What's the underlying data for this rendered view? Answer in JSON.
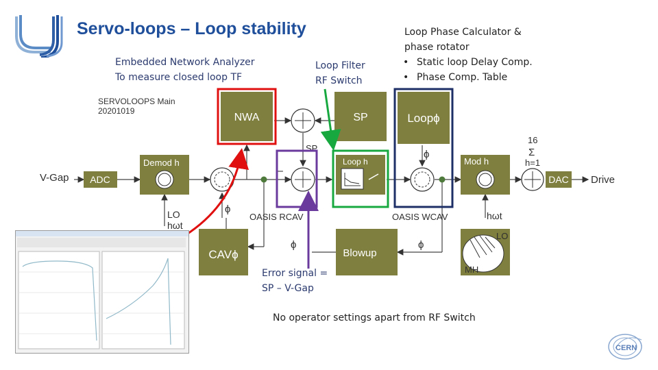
{
  "slide": {
    "title": "Servo-loops – Loop stability",
    "analyzer_note": [
      "Embedded Network Analyzer",
      "To measure closed loop TF"
    ],
    "filter_note": [
      "Loop Filter",
      "RF Switch"
    ],
    "phase_note": {
      "lines": [
        "Loop Phase Calculator &",
        "phase rotator"
      ],
      "bullets": [
        "Static loop Delay Comp.",
        "Phase Comp. Table"
      ]
    },
    "error_note": [
      "Error signal =",
      "SP – V-Gap"
    ],
    "footer_note": "No operator settings apart from RF Switch"
  },
  "diagram": {
    "header": [
      "SERVOLOOPS Main",
      "20201019"
    ],
    "blocks": {
      "nwa": "NWA",
      "sp": "SP",
      "loop_phi": "Loopϕ",
      "demod": "Demod h",
      "loop_h": "Loop h",
      "mod": "Mod h",
      "adc": "ADC",
      "dac": "DAC",
      "cav_phi": "CAVϕ",
      "blowup": "Blowup",
      "lo_mh_lo": "LO",
      "lo_mh_mh": "MH"
    },
    "labels": {
      "vgap": "V-Gap",
      "drive": "Drive",
      "sp_small": "SP",
      "minus": "–",
      "lo": "LO",
      "h_omega_t_left": "hωt",
      "h_omega_t_right": "hωt",
      "phi_top": "ϕ",
      "phi_left": "ϕ",
      "phi_cav": "ϕ",
      "phi_blow": "ϕ",
      "sum_top": "16",
      "sum_sym": "Σ",
      "sum_bot": "h=1",
      "oasis_rcav": "OASIS RCAV",
      "oasis_wcav": "OASIS WCAV"
    },
    "colors": {
      "block_fill": "#7f7f3f",
      "block_text": "#ffffff",
      "dark_text": "#2f2f2f",
      "highlight_red": "#e01010",
      "highlight_purple": "#6a3a9c",
      "highlight_green": "#18a840",
      "highlight_navy": "#1d2f66",
      "arrow_red": "#e01010",
      "arrow_green": "#18a840",
      "arrow_purple": "#6a3a9c",
      "node_green": "#4e7a3c",
      "title_blue": "#1f4e9a"
    }
  }
}
